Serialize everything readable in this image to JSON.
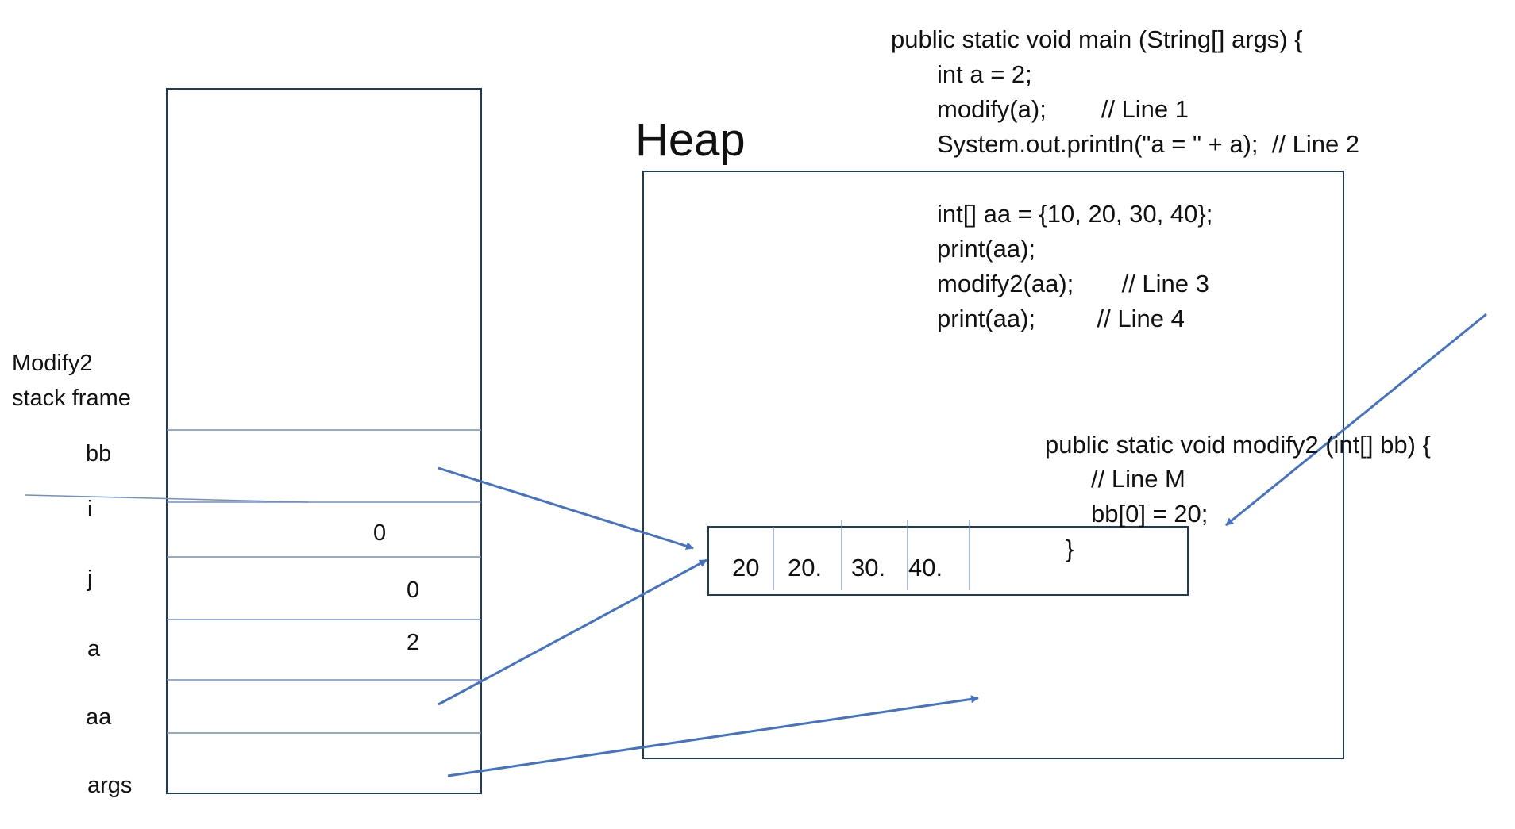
{
  "heap": {
    "title": "Heap"
  },
  "main_code": {
    "lines": [
      "public static void main (String[] args) {",
      "int a = 2;",
      "modify(a);        // Line 1",
      "System.out.println(\"a = \" + a);  // Line 2",
      "int[] aa = {10, 20, 30, 40};",
      "print(aa);",
      "modify2(aa);       // Line 3",
      "print(aa);         // Line 4"
    ]
  },
  "modify2_code": {
    "lines": [
      "public static void modify2 (int[] bb) {",
      "// Line M",
      "bb[0] = 20;",
      "}"
    ]
  },
  "stack": {
    "frame_label": [
      "Modify2",
      "stack frame"
    ],
    "variables": [
      {
        "name": "bb",
        "value": ""
      },
      {
        "name": "i",
        "value": "0"
      },
      {
        "name": "j",
        "value": "0"
      },
      {
        "name": "a",
        "value": "2"
      },
      {
        "name": "aa",
        "value": ""
      },
      {
        "name": "args",
        "value": ""
      }
    ]
  },
  "array": {
    "cells": [
      "20",
      "20.",
      "30.",
      "40.",
      ""
    ]
  },
  "colors": {
    "box_border": "#1f3a63",
    "stack_divider": "#6f8fc6",
    "arrow": "#4472c4"
  }
}
